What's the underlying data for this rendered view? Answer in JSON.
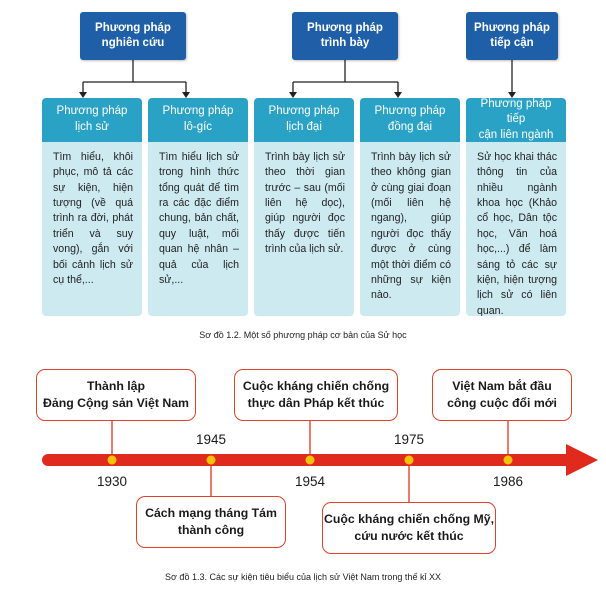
{
  "diagram1": {
    "categories": [
      "Phương pháp\nnghiên cứu",
      "Phương pháp\ntrình bày",
      "Phương pháp\ntiếp cận"
    ],
    "methods": [
      {
        "title": "Phương pháp\nlịch sử",
        "body": "Tìm hiểu, khôi phục, mô tả các sự kiện, hiện tượng (về quá trình ra đời, phát triển và suy vong), gắn với bối cảnh lịch sử cụ thể,..."
      },
      {
        "title": "Phương pháp\nlô-gíc",
        "body": "Tìm hiểu lịch sử trong hình thức tổng quát để tìm ra các đặc điểm chung, bản chất, quy luật, mối quan hệ nhân – quả của lịch sử,..."
      },
      {
        "title": "Phương pháp\nlịch đại",
        "body": "Trình bày lịch sử theo thời gian trước – sau (mối liên hệ dọc), giúp người đọc thấy được tiến trình của lịch sử."
      },
      {
        "title": "Phương pháp\nđồng đại",
        "body": "Trình bày lịch sử theo không gian ở cùng giai đoạn (mối liên hệ ngang), giúp người đọc thấy được ở cùng một thời điểm có những sự kiện nào."
      },
      {
        "title": "Phương pháp tiếp\ncận liên ngành",
        "body": "Sử học khai thác thông tin của nhiều ngành khoa học (Khảo cổ học, Dân tộc học, Văn hoá học,...) để làm sáng tỏ các sự kiện, hiện tượng lịch sử có liên quan."
      }
    ],
    "caption": "Sơ đồ 1.2. Một số phương pháp cơ bản của Sử học"
  },
  "diagram2": {
    "years": [
      "1930",
      "1945",
      "1954",
      "1975",
      "1986"
    ],
    "events_above": [
      "Thành lập\nĐảng Cộng sản Việt Nam",
      "Cuộc kháng chiến chống\nthực dân Pháp kết thúc",
      "Việt Nam bắt đầu\ncông cuộc đổi mới"
    ],
    "events_below": [
      "Cách mạng tháng Tám\nthành công",
      "Cuộc kháng chiến chống Mỹ,\ncứu nước kết thúc"
    ],
    "caption": "Sơ đồ 1.3. Các sự kiện tiêu biểu của lịch sử Việt Nam trong thế kỉ XX",
    "colors": {
      "arrow": "#e12a1e",
      "dot": "#f4c20d",
      "box_border": "#e0422a"
    }
  }
}
